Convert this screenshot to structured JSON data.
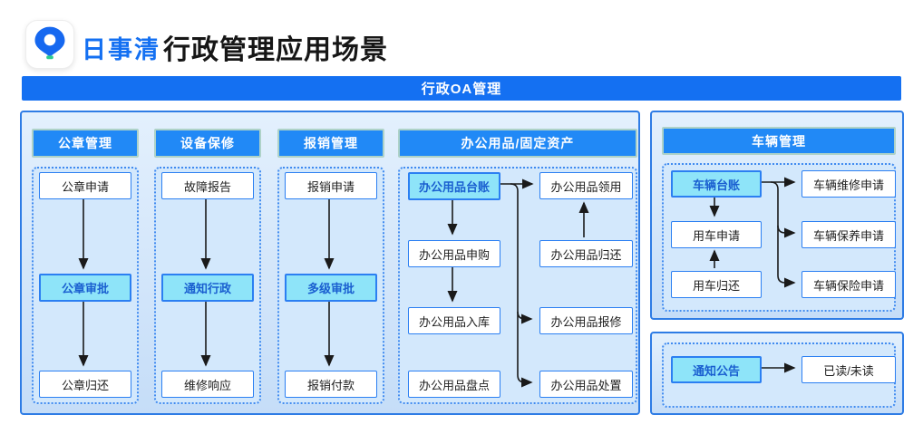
{
  "app": {
    "logo_icon": "location-pin",
    "logo_text": "日事清",
    "title": "行政管理应用场景"
  },
  "banner": {
    "label": "行政OA管理"
  },
  "oa": {
    "seal": {
      "title": "公章管理",
      "steps": [
        "公章申请",
        "公章审批",
        "公章归还"
      ]
    },
    "device": {
      "title": "设备保修",
      "steps": [
        "故障报告",
        "通知行政",
        "维修响应"
      ]
    },
    "expense": {
      "title": "报销管理",
      "steps": [
        "报销申请",
        "多级审批",
        "报销付款"
      ]
    },
    "supplies": {
      "title": "办公用品/固定资产",
      "ledger": "办公用品台账",
      "left": [
        "办公用品申购",
        "办公用品入库",
        "办公用品盘点"
      ],
      "right": [
        "办公用品领用",
        "办公用品归还",
        "办公用品报修",
        "办公用品处置"
      ]
    }
  },
  "vehicle": {
    "title": "车辆管理",
    "ledger": "车辆台账",
    "left": [
      "用车申请",
      "用车归还"
    ],
    "right": [
      "车辆维修申请",
      "车辆保养申请",
      "车辆保险申请"
    ]
  },
  "notice": {
    "source": "通知公告",
    "target": "已读/未读"
  },
  "colors": {
    "brand_blue": "#1470f2",
    "header_blue": "#2189f6",
    "panel_border": "#2e7ce5",
    "panel_bg": "#d3e8fc",
    "highlight_bg": "#8ee4f9",
    "highlight_text": "#1a5fd0",
    "logo_green": "#2ecc8f"
  }
}
